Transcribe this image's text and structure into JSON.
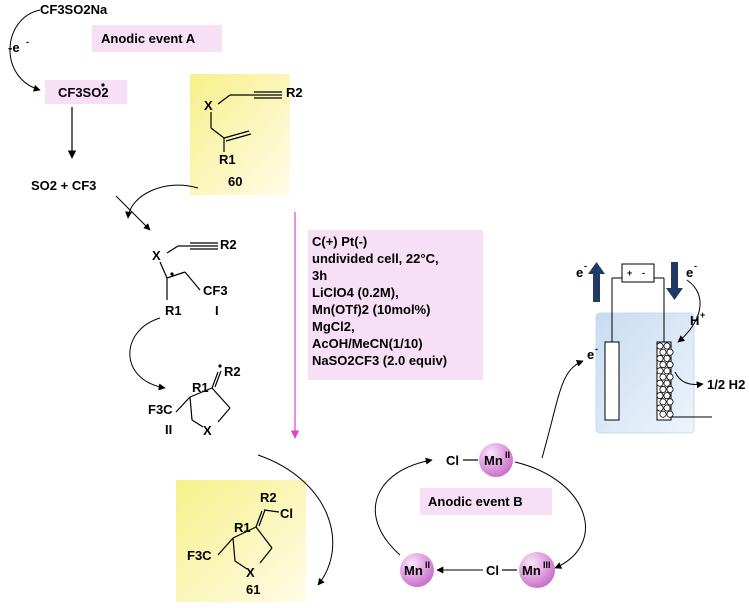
{
  "reagents": {
    "sulfinate": "CF3SO2Na",
    "radical": "CF3SO2",
    "fragments": "SO2 + CF3",
    "electron_loss": "-e"
  },
  "events": {
    "anodic_a": "Anodic event A",
    "anodic_b": "Anodic event B"
  },
  "substrate": {
    "label": "60",
    "X": "X",
    "R1": "R1",
    "R2": "R2"
  },
  "intermediate_1": {
    "label": "I",
    "X": "X",
    "R1": "R1",
    "R2": "R2",
    "group": "CF3"
  },
  "intermediate_2": {
    "label": "II",
    "X": "X",
    "R1": "R1",
    "R2": "R2",
    "group": "F3C"
  },
  "product": {
    "label": "61",
    "X": "X",
    "R1": "R1",
    "R2": "R2",
    "group": "F3C",
    "halide": "Cl"
  },
  "conditions": [
    "C(+) Pt(-)",
    "undivided cell, 22°C,",
    "3h",
    "LiClO4 (0.2M),",
    "Mn(OTf)2 (10mol%)",
    "MgCl2,",
    "AcOH/MeCN(1/10)",
    "NaSO2CF3 (2.0 equiv)"
  ],
  "manganese_cycle": {
    "cl_mn_ii": "Cl",
    "mn_ii_label": "Mn",
    "mn_ii_ox": "II",
    "cl_mn_iii": "Cl",
    "mn_iii_label": "Mn",
    "mn_iii_ox": "III",
    "free_mn_label": "Mn",
    "free_mn_ox": "II"
  },
  "cell": {
    "electron_left": "e",
    "electron_right": "e",
    "electron_anode": "e",
    "plus": "+",
    "minus": "-",
    "proton": "H",
    "hydrogen": "1/2 H2"
  },
  "colors": {
    "highlight_yellow": "#f7f3a0",
    "pink_box": "#f7e0f5",
    "pink_arrow": "#e040d0",
    "sphere": "#d98ad8",
    "cell_blue": "#dbe9f7",
    "cell_arrow": "#1f3a68"
  }
}
